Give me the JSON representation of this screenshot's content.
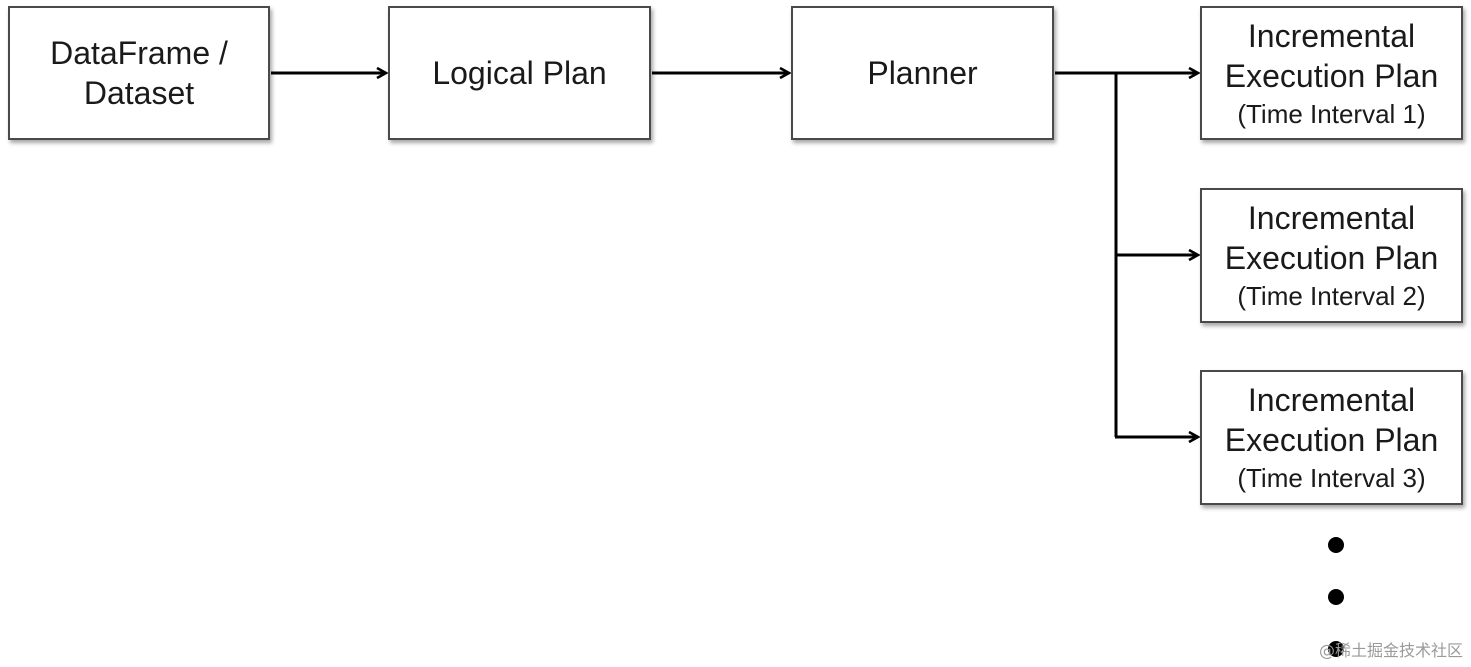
{
  "diagram": {
    "nodes": {
      "dataframe": {
        "lines": [
          "DataFrame /",
          "Dataset"
        ]
      },
      "logical_plan": {
        "label": "Logical Plan"
      },
      "planner": {
        "label": "Planner"
      },
      "incremental": [
        {
          "line1": "Incremental",
          "line2": "Execution Plan",
          "line3": "(Time Interval 1)"
        },
        {
          "line1": "Incremental",
          "line2": "Execution Plan",
          "line3": "(Time Interval 2)"
        },
        {
          "line1": "Incremental",
          "line2": "Execution Plan",
          "line3": "(Time Interval 3)"
        }
      ]
    },
    "edges": [
      {
        "from": "dataframe",
        "to": "logical_plan"
      },
      {
        "from": "logical_plan",
        "to": "planner"
      },
      {
        "from": "planner",
        "to": "incremental.0"
      },
      {
        "from": "planner",
        "to": "incremental.1"
      },
      {
        "from": "planner",
        "to": "incremental.2"
      }
    ],
    "continuation": "more incremental plans (vertical ellipsis)"
  },
  "watermark": "@稀土掘金技术社区",
  "colors": {
    "box_border": "#4a4a4a",
    "arrow": "#000000",
    "text": "#1a1a1a",
    "watermark": "#9a9a9a"
  }
}
